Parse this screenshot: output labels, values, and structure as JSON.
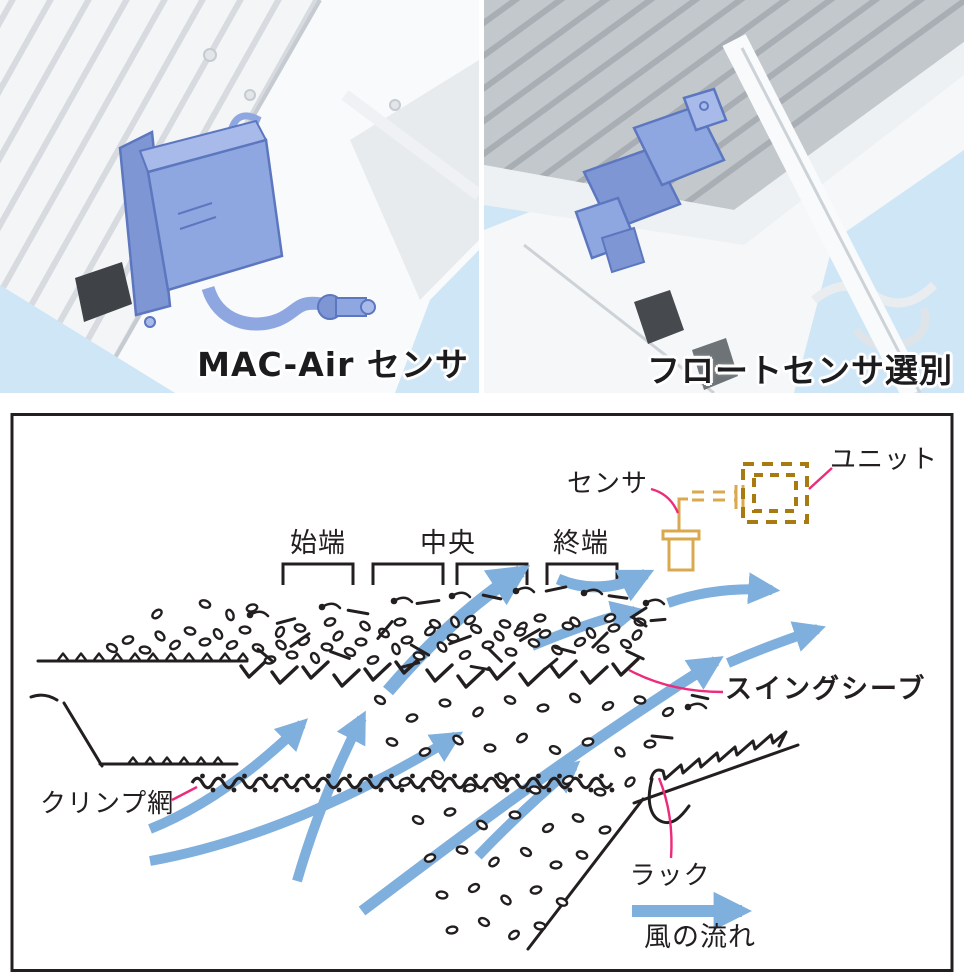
{
  "photos": {
    "left": {
      "caption": "MAC-Air センサ"
    },
    "right": {
      "caption": "フロートセンサ選別"
    }
  },
  "diagram": {
    "sensor_label": "センサ",
    "unit_label": "ユニット",
    "section_start": "始端",
    "section_center": "中央",
    "section_end": "終端",
    "swing_sieve_label": "スイングシーブ",
    "crimp_mesh_label": "クリンプ網",
    "rack_label": "ラック",
    "wind_flow_label": "風の流れ"
  },
  "colors": {
    "arrow_blue": "#7fafdd",
    "leader_pink": "#ee2a7b",
    "sensor_gold": "#d8a94e",
    "unit_brown": "#a87a10",
    "ink": "#231f20",
    "sky_blue": "#cfe6f7",
    "part_blue": "#8fa7e0",
    "part_blue_dark": "#5c77bf"
  }
}
